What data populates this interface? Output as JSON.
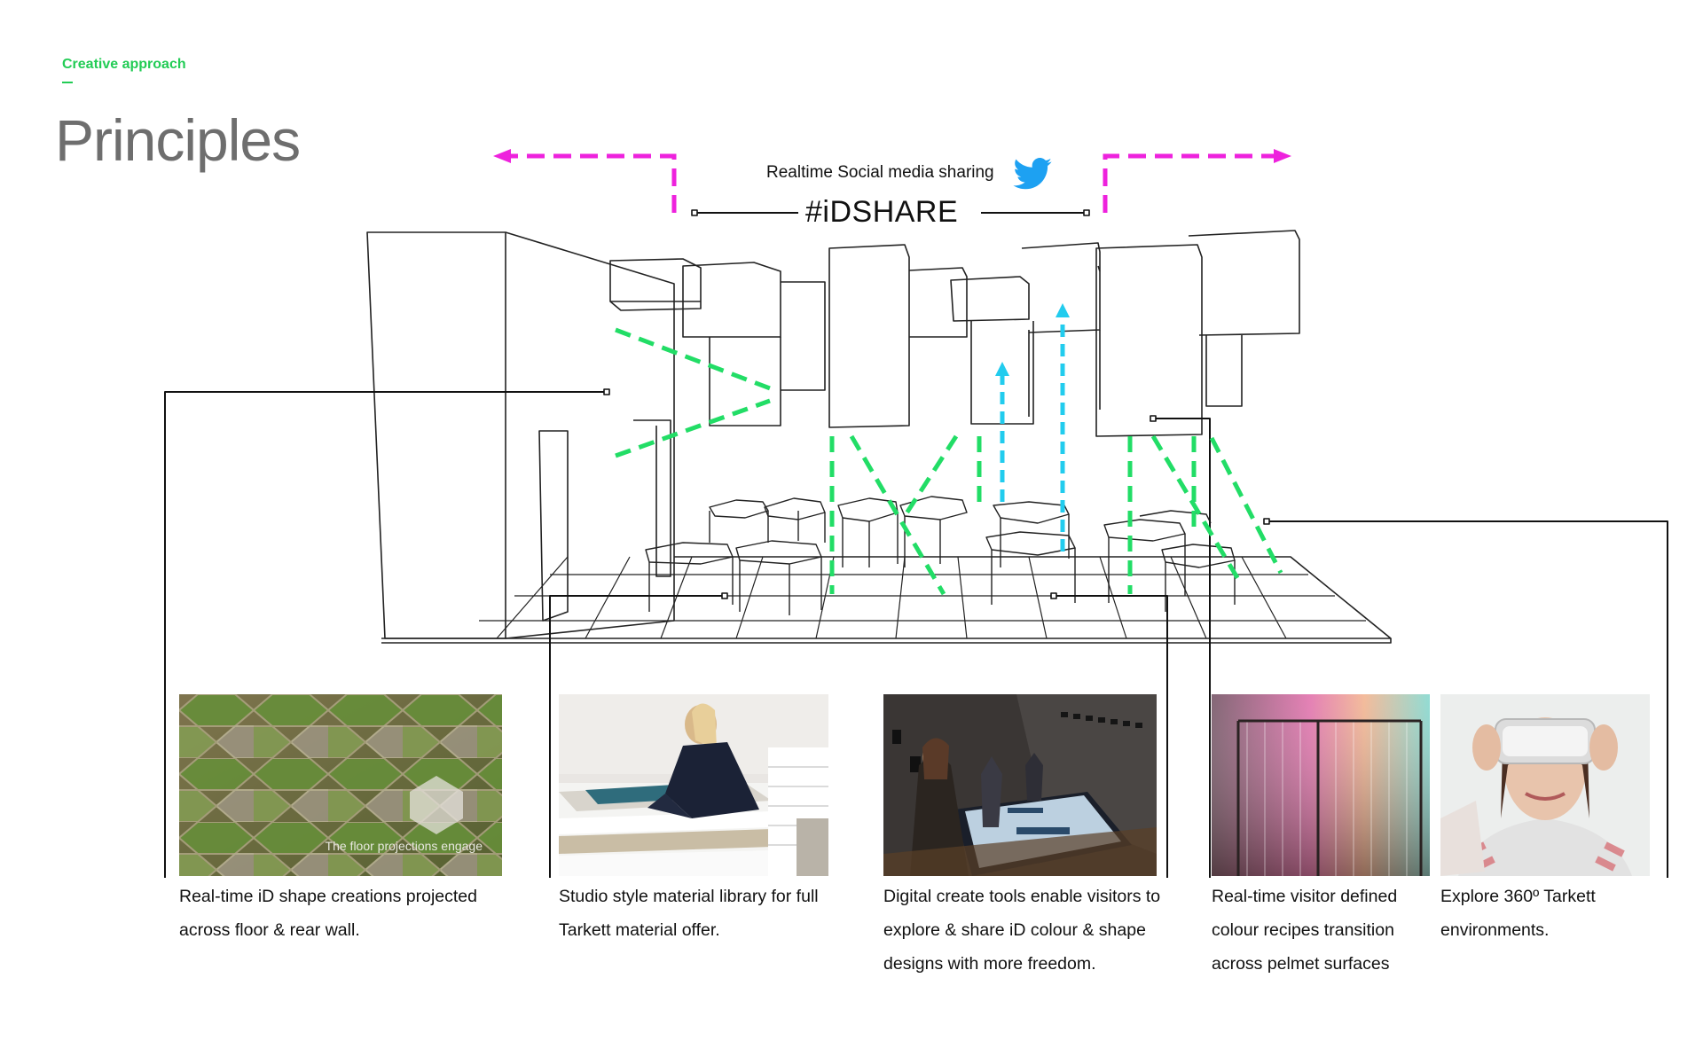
{
  "header": {
    "section_label": "Creative approach",
    "title": "Principles"
  },
  "social": {
    "caption": "Realtime Social media sharing",
    "hashtag": "#iDSHARE",
    "icon": "twitter-bird-icon"
  },
  "colors": {
    "accent_green": "#22cc55",
    "dashed_green": "#22dd66",
    "dashed_magenta": "#ee22dd",
    "dashed_cyan": "#22ccee",
    "twitter_blue": "#1da1f2"
  },
  "principles": [
    {
      "image": "hexagon-floor-projection-photo",
      "overlay_text": "The floor projections engage",
      "lines": [
        "Real-time iD shape creations projected",
        "across floor & rear wall."
      ]
    },
    {
      "image": "material-library-drawers-photo",
      "lines": [
        "Studio style material library for full",
        "Tarkett material offer."
      ]
    },
    {
      "image": "digital-touch-table-photo",
      "lines": [
        "Digital create tools enable visitors to",
        "explore & share iD colour & shape",
        "designs with more freedom."
      ]
    },
    {
      "image": "colour-pelmet-transition-photo",
      "lines": [
        "Real-time visitor defined",
        "colour recipes transition",
        "across pelmet surfaces"
      ]
    },
    {
      "image": "vr-headset-photo",
      "lines": [
        "Explore 360º Tarkett",
        "environments."
      ]
    }
  ]
}
